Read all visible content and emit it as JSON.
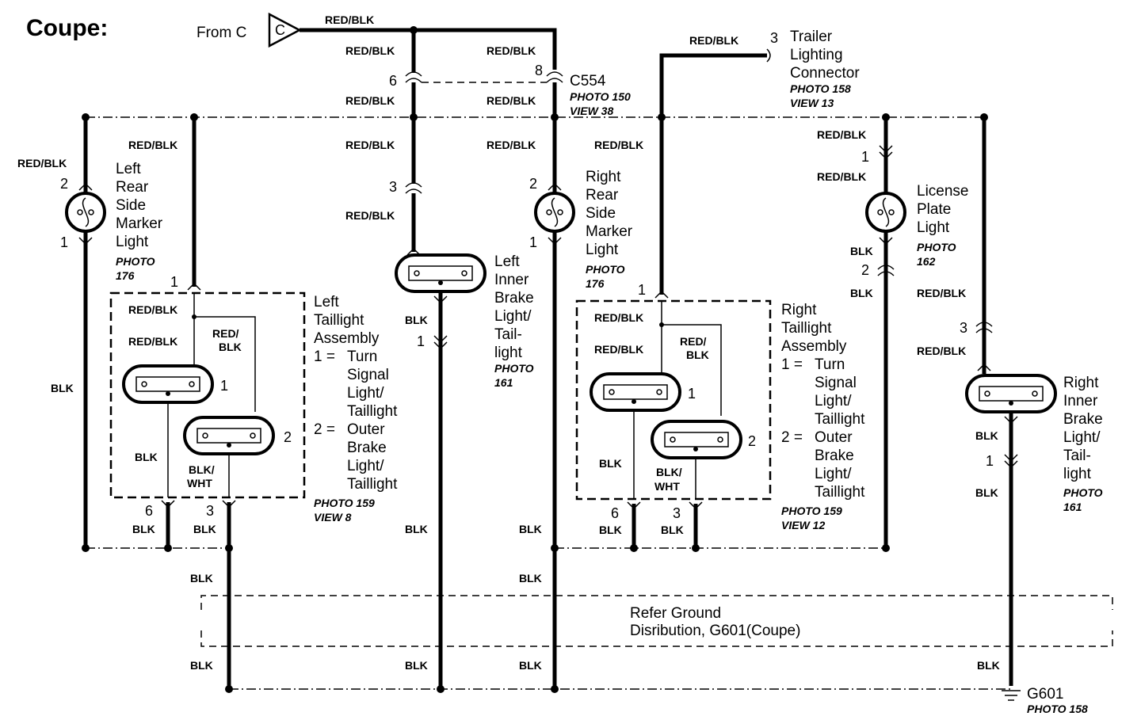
{
  "title": "Coupe:",
  "from_connector": {
    "label": "From C",
    "letter": "C"
  },
  "wire_colors": {
    "red_blk": "RED/BLK",
    "blk": "BLK",
    "red_blk_stacked": [
      "RED/",
      "BLK"
    ],
    "blk_wht_stacked": [
      "BLK/",
      "WHT"
    ]
  },
  "pins": [
    "1",
    "2",
    "3",
    "6",
    "8"
  ],
  "connectors": {
    "c554": {
      "name": "C554",
      "photo": "PHOTO 150",
      "view": "VIEW 38"
    }
  },
  "components": {
    "trailer_connector": {
      "lines": [
        "Trailer",
        "Lighting",
        "Connector"
      ],
      "photo": "PHOTO 158",
      "view": "VIEW 13"
    },
    "left_side_marker": {
      "lines": [
        "Left",
        "Rear",
        "Side",
        "Marker",
        "Light"
      ],
      "photo": [
        "PHOTO",
        "176"
      ]
    },
    "right_side_marker": {
      "lines": [
        "Right",
        "Rear",
        "Side",
        "Marker",
        "Light"
      ],
      "photo": [
        "PHOTO",
        "176"
      ]
    },
    "left_inner_brake": {
      "lines": [
        "Left",
        "Inner",
        "Brake",
        "Light/",
        "Tail-",
        "light"
      ],
      "photo": [
        "PHOTO",
        "161"
      ]
    },
    "right_inner_brake": {
      "lines": [
        "Right",
        "Inner",
        "Brake",
        "Light/",
        "Tail-",
        "light"
      ],
      "photo": [
        "PHOTO",
        "161"
      ]
    },
    "license_plate": {
      "lines": [
        "License",
        "Plate",
        "Light"
      ],
      "photo": [
        "PHOTO",
        "162"
      ]
    },
    "left_taillight": {
      "lines": [
        "Left",
        "Taillight",
        "Assembly"
      ],
      "item1": [
        "1 =",
        "Turn",
        "Signal",
        "Light/",
        "Taillight"
      ],
      "item2": [
        "2 =",
        "Outer",
        "Brake",
        "Light/",
        "Taillight"
      ],
      "photo": "PHOTO 159",
      "view": "VIEW 8"
    },
    "right_taillight": {
      "lines": [
        "Right",
        "Taillight",
        "Assembly"
      ],
      "item1": [
        "1 =",
        "Turn",
        "Signal",
        "Light/",
        "Taillight"
      ],
      "item2": [
        "2 =",
        "Outer",
        "Brake",
        "Light/",
        "Taillight"
      ],
      "photo": "PHOTO 159",
      "view": "VIEW 12"
    }
  },
  "ground_note": {
    "line1": "Refer Ground",
    "line2": "Disribution,  G601(Coupe)"
  },
  "ground": {
    "name": "G601",
    "photo": "PHOTO 158"
  }
}
